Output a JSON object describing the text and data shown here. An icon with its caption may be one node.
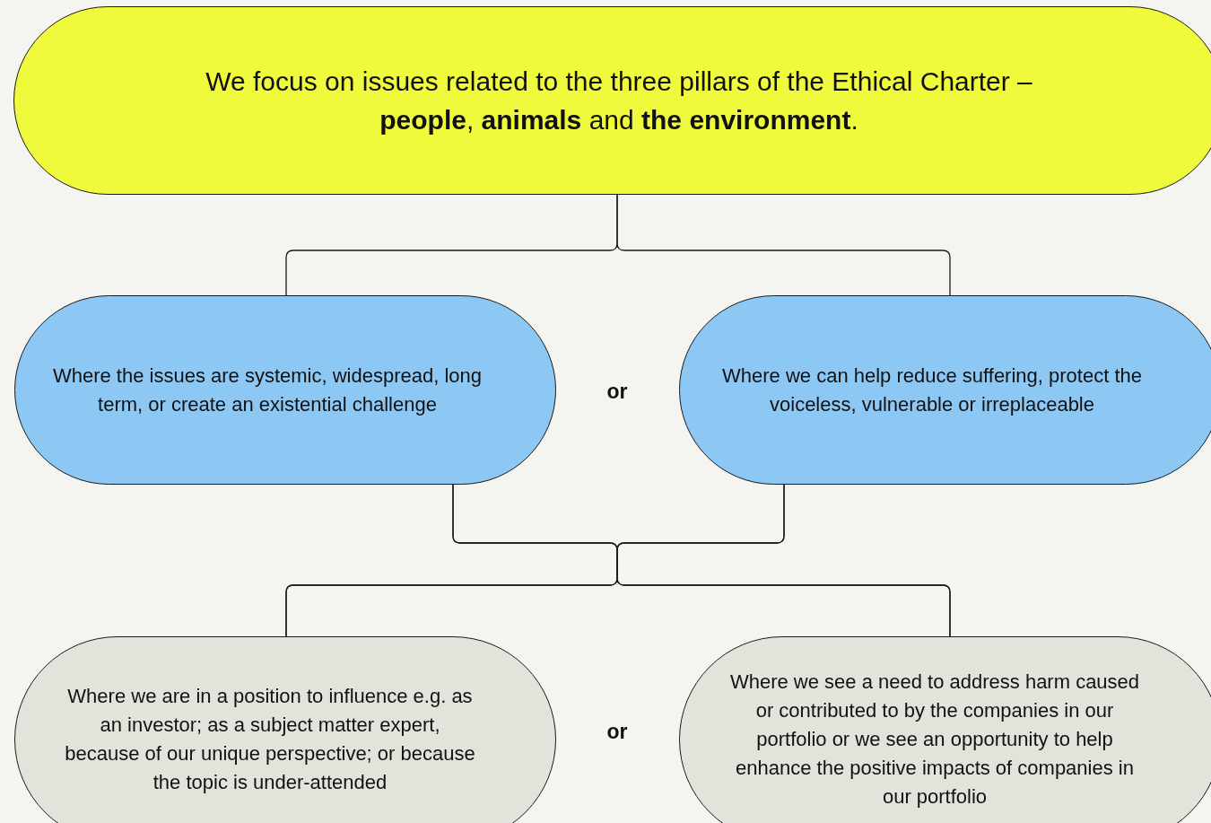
{
  "diagram": {
    "nodes": [
      {
        "text": [
          "We focus on issues related to the three pillars of the Ethical Charter – **people**, **animals** and **the environment**."
        ]
      },
      {
        "text": [
          "Where the issues are systemic, widespread, long term, or create an existential challenge"
        ]
      },
      {
        "text": [
          "Where we can help reduce suffering, protect the voiceless, vulnerable or irreplaceable"
        ]
      },
      {
        "text": [
          "Where we are in a position to influence e.g. as an investor; as a subject matter expert, because of our unique perspective; or because the topic is under-attended"
        ]
      },
      {
        "text": [
          "Where we see a need to address harm caused or contributed to by the companies in our portfolio or we see an opportunity to help enhance the positive impacts of companies in our portfolio"
        ]
      }
    ],
    "edges": [
      {
        "from": 0,
        "to": 1,
        "arrow": "none"
      },
      {
        "from": 0,
        "to": 2,
        "arrow": "none"
      },
      {
        "from": 1,
        "to": 3,
        "arrow": "none"
      },
      {
        "from": 1,
        "to": 4,
        "arrow": "none"
      },
      {
        "from": 2,
        "to": 3,
        "arrow": "none"
      },
      {
        "from": 2,
        "to": 4,
        "arrow": "none"
      }
    ],
    "labels": [
      "or",
      "or"
    ]
  }
}
